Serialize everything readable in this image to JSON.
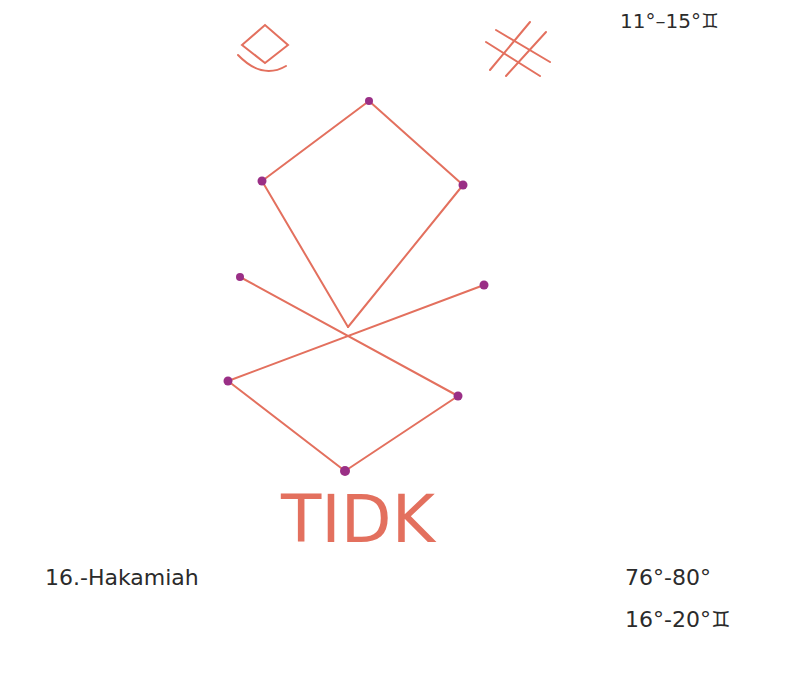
{
  "diagram": {
    "labels": [
      "11°–15°♊",
      "TIDK",
      "16.-Hakamiah",
      "76°-80°",
      "16°-20°♊"
    ]
  }
}
